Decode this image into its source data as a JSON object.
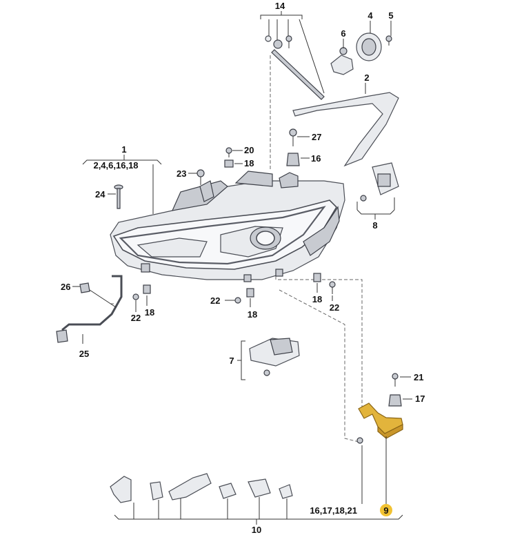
{
  "labels": {
    "l14": "14",
    "l4": "4",
    "l5": "5",
    "l6": "6",
    "l2": "2",
    "l27": "27",
    "l1": "1",
    "l1sub": "2,4,6,16,18",
    "l20": "20",
    "l18a": "18",
    "l16": "16",
    "l23": "23",
    "l24": "24",
    "l8": "8",
    "l26": "26",
    "l22a": "22",
    "l18b": "18",
    "l22b": "22",
    "l18c": "18",
    "l18d": "18",
    "l22c": "22",
    "l25": "25",
    "l7": "7",
    "l21": "21",
    "l17": "17",
    "l10": "10",
    "l10sub": "16,17,18,21",
    "l9": "9"
  },
  "colors": {
    "highlight_part": "#e2b43c",
    "highlight_label": "#f1c232",
    "line": "#333333",
    "part_fill": "#e9ebee"
  }
}
